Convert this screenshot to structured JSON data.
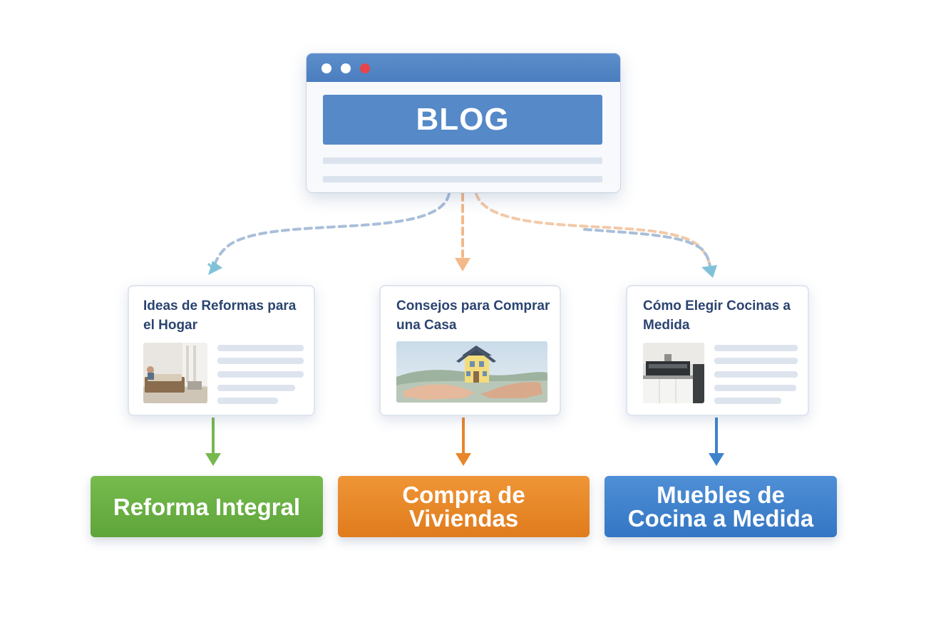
{
  "blog": {
    "title": "BLOG"
  },
  "articles": [
    {
      "title": "Ideas de Reformas para el Hogar",
      "image": "living-room-photo"
    },
    {
      "title": "Consejos para Comprar una Casa",
      "image": "house-in-hands-photo"
    },
    {
      "title": "Cómo Elegir Cocinas a Medida",
      "image": "kitchen-photo"
    }
  ],
  "categories": [
    {
      "label": "Reforma Integral",
      "color": "#6aaf44"
    },
    {
      "label": "Compra de Viviendas",
      "color": "#e8862a"
    },
    {
      "label": "Muebles de Cocina a Medida",
      "color": "#3f82cc"
    }
  ],
  "colors": {
    "browser_bar": "#4a7ebf",
    "banner": "#5589c8",
    "card_title": "#2b4470",
    "close_dot": "#e8454a",
    "connector_blue_gray": "#a9bfd9",
    "connector_orange": "#f3b98a",
    "connector_teal": "#8ec8dc"
  }
}
